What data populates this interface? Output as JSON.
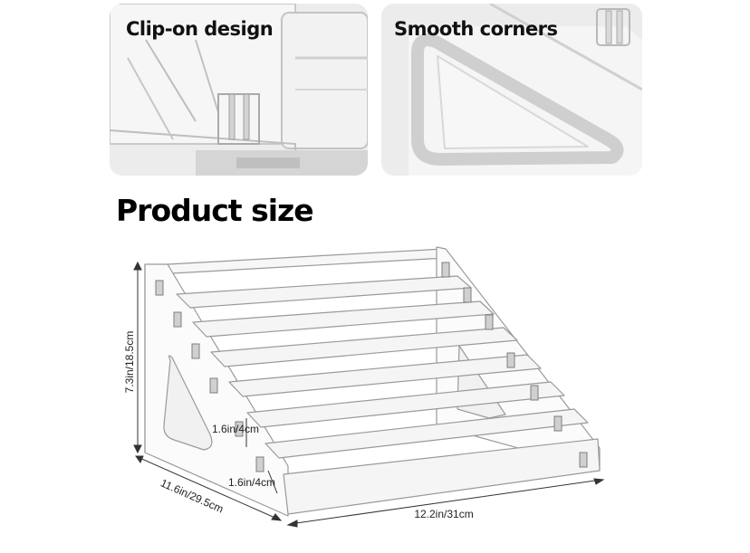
{
  "panels": [
    {
      "label": "Clip-on design"
    },
    {
      "label": "Smooth corners"
    }
  ],
  "section_title": "Product size",
  "dimensions": {
    "height": "7.3in/18.5cm",
    "depth": "11.6in/29.5cm",
    "width": "12.2in/31cm",
    "step_height": "1.6in/4cm",
    "step_depth": "1.6in/4cm"
  }
}
